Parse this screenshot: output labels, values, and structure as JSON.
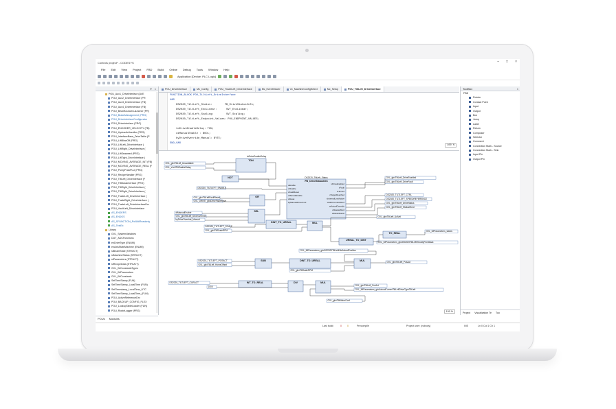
{
  "window": {
    "title": "Controls project* - CODESYS",
    "controls": [
      "–",
      "□",
      "×"
    ]
  },
  "menu": [
    "File",
    "Edit",
    "View",
    "Project",
    "FBD",
    "Build",
    "Online",
    "Debug",
    "Tools",
    "Window",
    "Help"
  ],
  "toolbar": {
    "app_label": "Application [Device: PLC Logic]"
  },
  "tree": [
    {
      "label": "POU_Aux1_DriveInterface (AVE",
      "icon": "folder"
    },
    {
      "label": "POU_Aux2_DriveInterface (PR",
      "icon": "pou"
    },
    {
      "label": "POU_Aux3_DriveInterface (FB)",
      "icon": "pou"
    },
    {
      "label": "POU_Aux4_DriveInterface (FB)",
      "icon": "pou"
    },
    {
      "label": "POU_BeanBouncerLauncher (PR)",
      "icon": "pou"
    },
    {
      "label": "POU_BrakeManagement (PRG)",
      "icon": "pou",
      "highlight": true
    },
    {
      "label": "POU_DriveInterfaceConfigurator",
      "icon": "pou",
      "highlight": true
    },
    {
      "label": "POU_DriveInterface (PRG)",
      "icon": "pou"
    },
    {
      "label": "POU_ENCODER_VELOCITY (FB)",
      "icon": "pou"
    },
    {
      "label": "POU_HydraulicHandler (PRG)",
      "icon": "pou"
    },
    {
      "label": "POU_InterfaceBase_DriveTable (P",
      "icon": "pou"
    },
    {
      "label": "POU_LiftBlowOff (PRG)",
      "icon": "pou"
    },
    {
      "label": "POU_LiftLeft_DriveInterface (",
      "icon": "pou"
    },
    {
      "label": "POU_LiftRight_DriveInterface (",
      "icon": "pou"
    },
    {
      "label": "POU_LiftSeaweed (PRG)",
      "icon": "pou"
    },
    {
      "label": "POU_LiftTight_DriveInterface (",
      "icon": "pou"
    },
    {
      "label": "POU_MOVING_AVERAGE_INT (FB)",
      "icon": "pou"
    },
    {
      "label": "POU_MOVING_AVERAGE_REAL (F",
      "icon": "pou"
    },
    {
      "label": "POU_PumpPuckPLU (PRG)",
      "icon": "pou"
    },
    {
      "label": "POU_RecipeHandler (PRG)",
      "icon": "pou"
    },
    {
      "label": "POU_TiltLeft_DriveInterface (F",
      "icon": "pou"
    },
    {
      "label": "POU_TiltBossInterface (PRG)",
      "icon": "pou"
    },
    {
      "label": "POU_TiltRight_DriveInterface (",
      "icon": "pou"
    },
    {
      "label": "POU_TiltRight_DriveInterface (",
      "icon": "pou"
    },
    {
      "label": "POU_TradeLeft_DriveInterface (",
      "icon": "pou"
    },
    {
      "label": "POU_TradeRight_DriveInterface (",
      "icon": "pou"
    },
    {
      "label": "POU_TradeLeft_DriveInterfaceDrv",
      "icon": "pou"
    },
    {
      "label": "POU_VaultLeft_DriveInterface",
      "icon": "pou"
    },
    {
      "label": "AS_ENDERS",
      "icon": "green",
      "highlight": true
    },
    {
      "label": "AS_ENDGS",
      "icon": "green",
      "highlight": true
    },
    {
      "label": "AS_SFUNCTION_PollUtilReadonly",
      "icon": "green",
      "highlight": true
    },
    {
      "label": "AS_TextEx",
      "icon": "green",
      "highlight": true
    },
    {
      "label": "Library",
      "icon": "folder"
    },
    {
      "label": "GVL_SystemVariables",
      "icon": "pou"
    },
    {
      "label": "DUT_ADCFunctions",
      "icon": "pou"
    },
    {
      "label": "enDriveType (ENUM)",
      "icon": "pou"
    },
    {
      "label": "enAxisStateMachine (ENUM)",
      "icon": "pou"
    },
    {
      "label": "stBeamState (STRUCT)",
      "icon": "pou"
    },
    {
      "label": "stMachineStatus (STRUCT)",
      "icon": "pou"
    },
    {
      "label": "stParameters (STRUCT)",
      "icon": "pou"
    },
    {
      "label": "stRecipeData (STRUCT)",
      "icon": "pou"
    },
    {
      "label": "GVL_IMConstantsTypes",
      "icon": "pou"
    },
    {
      "label": "GVL_IMParameters",
      "icon": "pou"
    },
    {
      "label": "GVL_IMConstants",
      "icon": "pou"
    },
    {
      "label": "SetTimeStamp (FUN)",
      "icon": "pou"
    },
    {
      "label": "SetTimeStamp_LocalTime (FUN)",
      "icon": "pou"
    },
    {
      "label": "SetTimestamp_LocalTime_UTC",
      "icon": "pou"
    },
    {
      "label": "SetTimeStamp_LocalTime_(FUN)",
      "icon": "pou"
    },
    {
      "label": "POU_ActiveReferenceDrv",
      "icon": "pou"
    },
    {
      "label": "POU_BACKUP_CONFIG_FLEX",
      "icon": "pou"
    },
    {
      "label": "POU_LookupTableLoader (FUN)",
      "icon": "pou"
    },
    {
      "label": "POU_RouteLogger (PRG)",
      "icon": "pou"
    }
  ],
  "left_tabs": [
    "POUs",
    "Modules"
  ],
  "tabs": [
    {
      "label": "POU_DriveInterface",
      "active": false
    },
    {
      "label": "Mc_Config",
      "active": false
    },
    {
      "label": "POU_TradeLeft_DriveInterface",
      "active": false
    },
    {
      "label": "Mc_EventViewer",
      "active": false
    },
    {
      "label": "Vc_MachineConfigSelect",
      "active": false
    },
    {
      "label": "Mc_Setup",
      "active": false
    },
    {
      "label": "POU_TiltLeft_DriveInterface",
      "active": true
    }
  ],
  "code": [
    {
      "text": "FUNCTION_BLOCK POU_TiltLeft_DriveInterface",
      "kind": "kw"
    },
    {
      "text": "VAR",
      "kind": "kw"
    },
    {
      "text": "    DS2020_TiltLeft_Status:        FB_DriveStatusInfo;",
      "kind": "plain"
    },
    {
      "text": "    DS2020_TiltLeft_EncLinear:      SVT_EncLinear;",
      "kind": "plain"
    },
    {
      "text": "    DS2020_TiltLeft_Scaling:        SVT_Scaling;",
      "kind": "plain"
    },
    {
      "text": "    DS2020_TiltLeft_Endpoint_Values: POU_ENDPOINT_VALUES;",
      "kind": "plain"
    },
    {
      "text": "",
      "kind": "plain"
    },
    {
      "text": "    toDriveEnableDelay: TON;",
      "kind": "plain"
    },
    {
      "text": "    diManualEnable : BOOL;",
      "kind": "plain"
    },
    {
      "text": "    byDriveOverride_Manual: BYTE;",
      "kind": "plain"
    },
    {
      "text": "END_VAR",
      "kind": "kw"
    }
  ],
  "code_zoom": "100 %",
  "fbd": {
    "blocks": {
      "ton": "TON",
      "ton_instance": "toDriveEnableDelay",
      "not": "NOT",
      "or": "OR",
      "sel": "SEL",
      "status_type": "FB_DriveStatusInfo",
      "status_instance": "DS2020_TiltLeft_Status",
      "dint_to_ureal1": "DINT_TO_UREAL",
      "mul1": "MUL",
      "ureal_to_dint": "UREAL_TO_DINT",
      "to_real": "TO_REAL",
      "sub": "SUB",
      "dint_to_ureal2": "DINT_TO_UREAL",
      "mul2": "MUL",
      "int_to_real": "INT_TO_REAL",
      "div": "DIV",
      "mul3": "MUL"
    },
    "vars": {
      "in1": "GVL_gbxTiltLeft_Unavailable",
      "in2": "GVL_xLeftTiltEnableDelay",
      "in3": "DS2020_TILTLEFT_ENABLE",
      "in4": "GVL_gbxTiltLeftFaultReset",
      "in5": "GVL_DRIVE_gbxDriveFaultReset",
      "in6": "diManualEnable",
      "in7": "GVL_gbxTiltLeft_DriveOverride",
      "in8": "byDriveOverride_Manual",
      "in9": "DS2020_TILTLEFT_SCALE",
      "in10": "GVL_gbxTiltScaleRPM",
      "in11": "DS2020_TILTLEFT_POSACT",
      "in12": "GVL_gbxTiltLeft_HomeOffset",
      "in13": "DS2020_TILTLEFT_CURACT",
      "in14": "1000",
      "in15": "GVL_gbxTiltMotorCoef",
      "out1": "GVL_gbxTiltLeft_DriveEnabled",
      "out2": "GVL_gbxTiltLeft_DriveFault",
      "out3": "DS2020_TILTLEFT_CTRL",
      "out4": "DS2020_TILTLEFT_SPEEDREFERENCE",
      "out5": "GVL_gbxTiltLeft_DriveStatus",
      "out6": "GVL_gbxTiltLeft_StatusWord",
      "out7": "GVL_gbxTiltLeft_ActVel",
      "out8": "GVL_IMParameters_stAxis",
      "out9": "GVL_IMParameters_gbxDS2020TiltLeftVelocityFeedback",
      "out10": "GVL_IMParameters_gbxDS2020TiltLeftNbrActualPosition",
      "out11": "GVL_gbxTiltLeft_PosAct",
      "out12": "GVL_gbxTiltLeft_CurAct",
      "out13": "GVL_IMParameters_gbxActualCurrentTiltLeftDriveTypeTiltLeft"
    },
    "pins_status": [
      "xEnable",
      "xDisable",
      "xFaultReset",
      "xManualEnable",
      "xReset",
      "byManualDriveCmd"
    ],
    "pins_status_out": [
      "xDriveEnabled",
      "xFault",
      "xHomed",
      "xTargetReached",
      "xInternalLimitActive",
      "wSDCControlWord",
      "wActualOverride",
      "wStatusWord",
      "wModeStatus"
    ],
    "zoom": "100 %"
  },
  "toolbox": {
    "title": "ToolBox",
    "group": "FBD",
    "items": [
      "Pointer",
      "Contact Point",
      "Input",
      "Output",
      "Box",
      "Jump",
      "Label",
      "Return",
      "Composer",
      "Selector",
      "Comment",
      "Connection Mark - Source",
      "Connection Mark - Sink",
      "Input Pin",
      "Output Pin"
    ]
  },
  "right_tabs": [
    "Project",
    "Visualization Te",
    "Too"
  ],
  "status": {
    "lastbuild": "Last build:",
    "errors": "0",
    "warnings": "0",
    "precompile": "Precompile",
    "project_user": "Project user: (nobody)",
    "ins": "INS",
    "position": "Ln 0  Col 1  Ch 1"
  },
  "colors": {
    "block_fill": "#dde6f3",
    "block_border": "#4a6aa0",
    "wire": "#333333",
    "var_border": "#5a7fb8"
  }
}
